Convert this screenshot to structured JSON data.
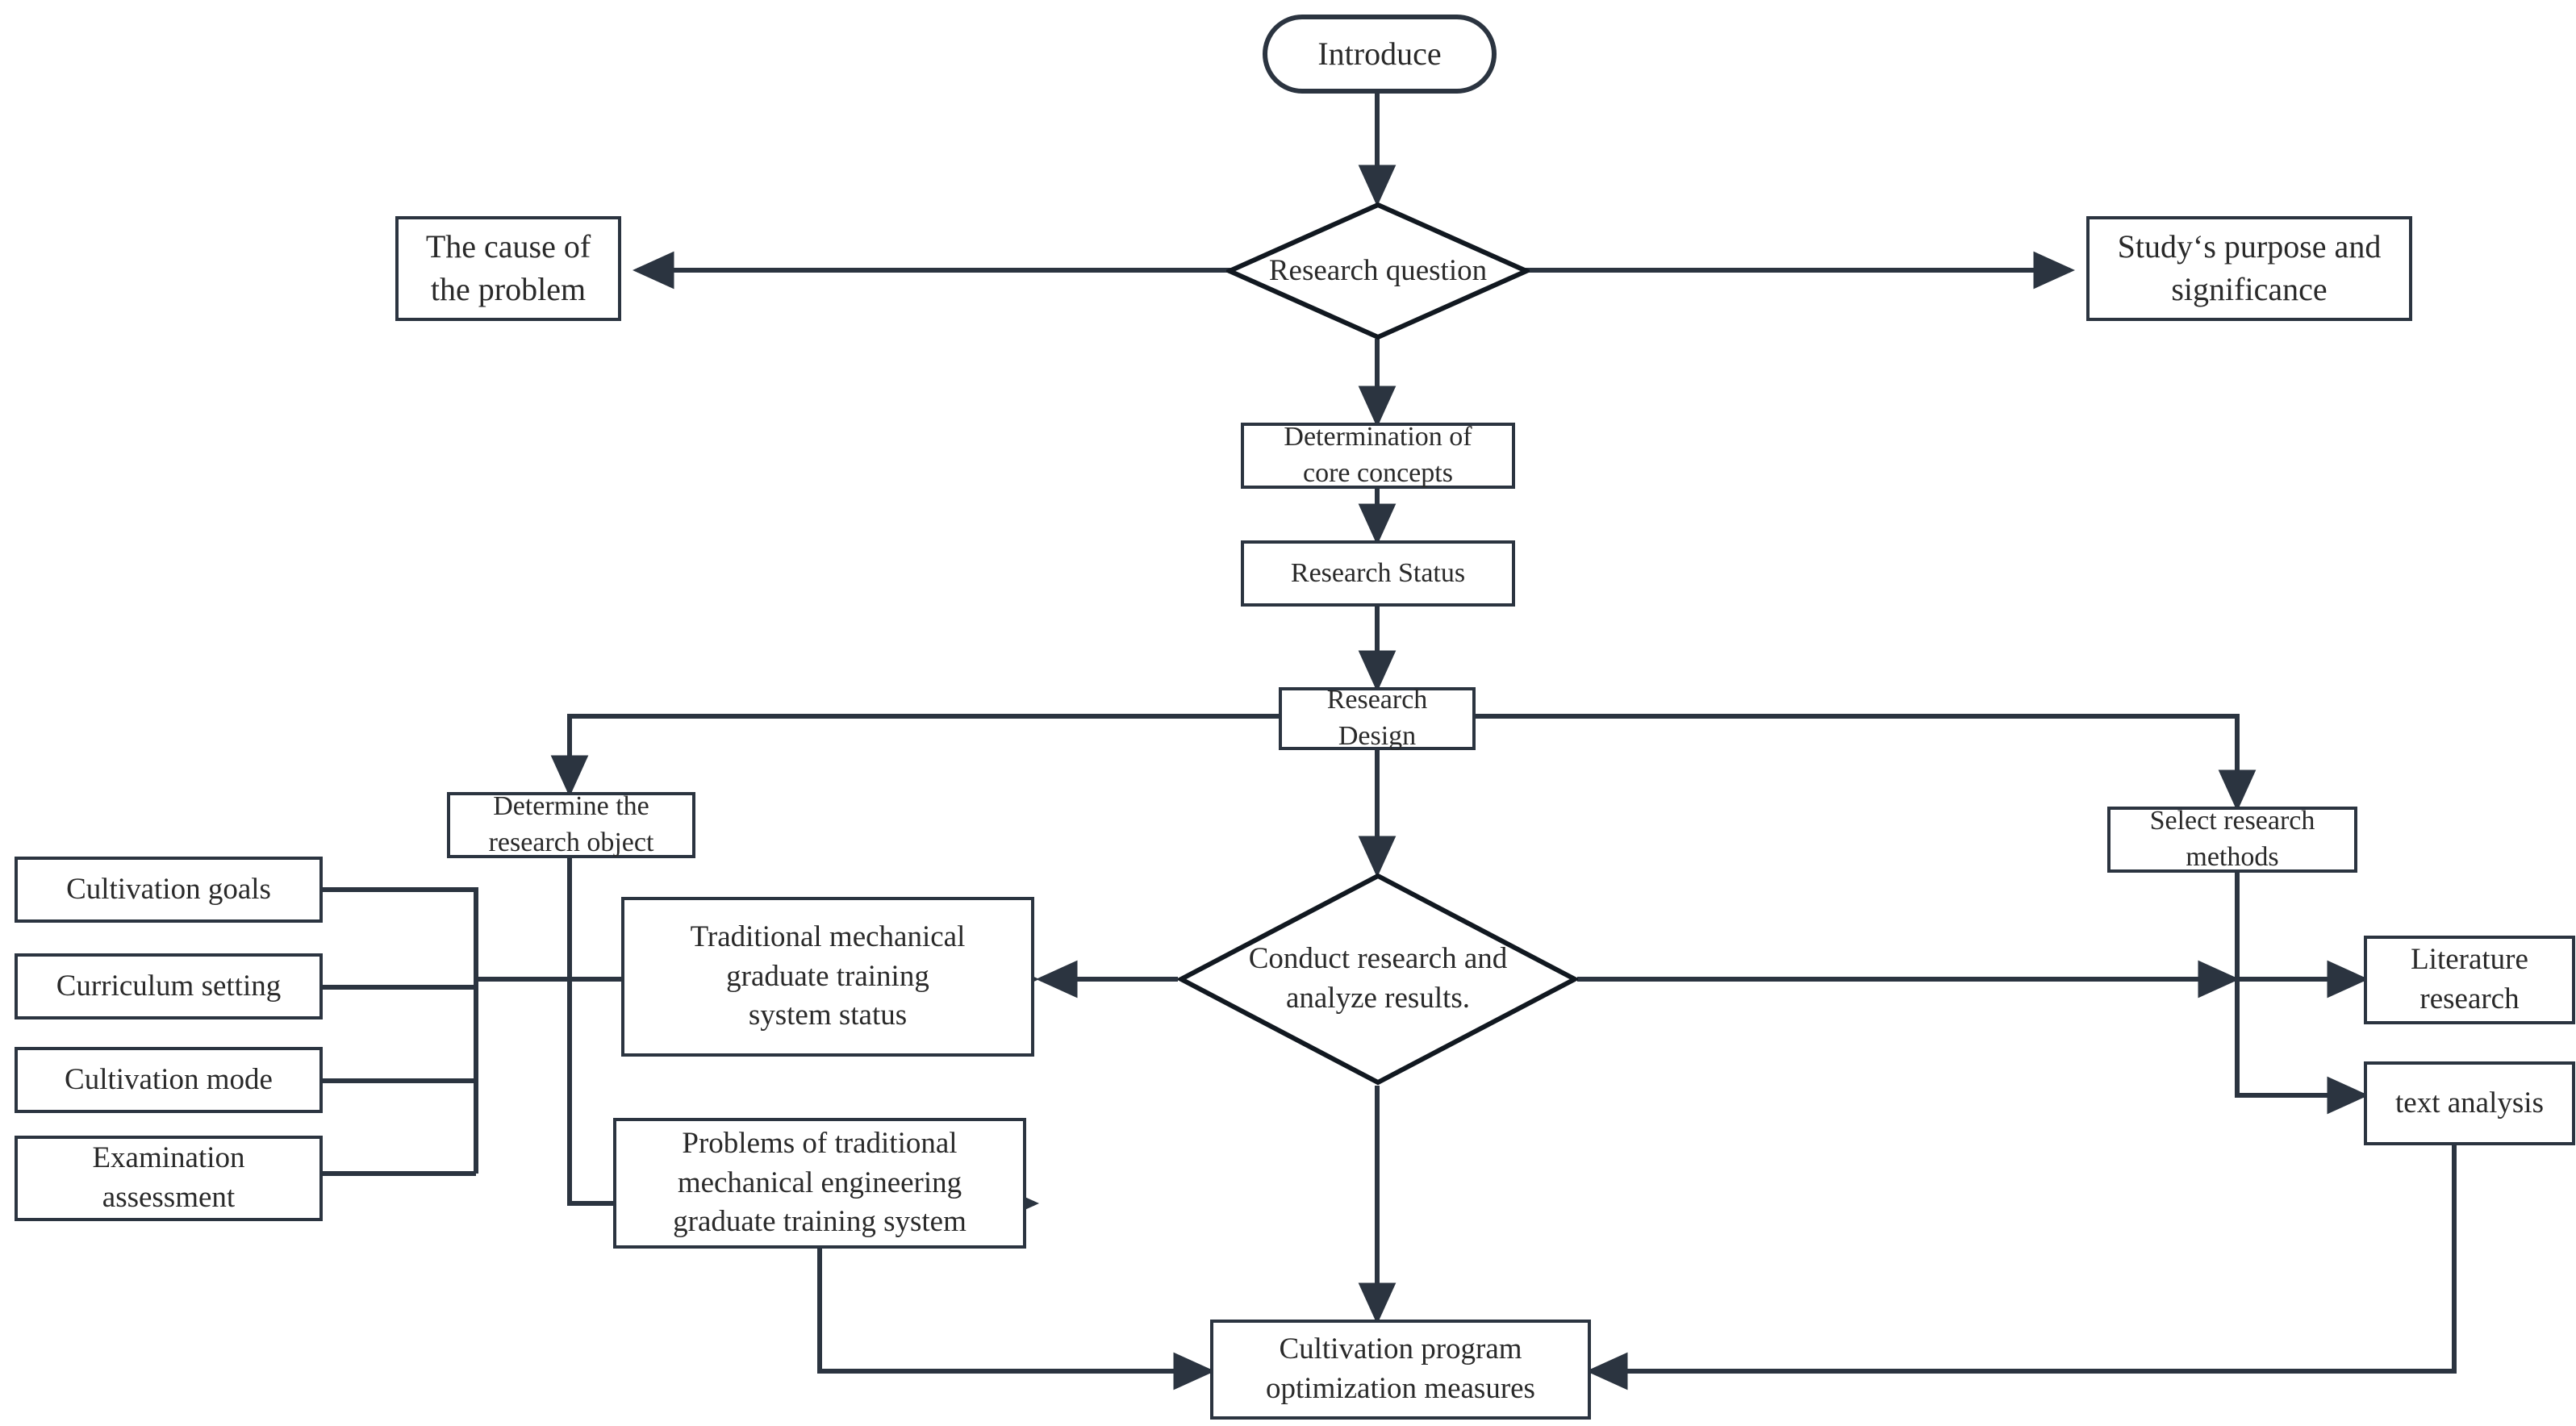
{
  "diagram": {
    "title": "Research methodology flowchart",
    "type": "flowchart",
    "background_color": "#ffffff",
    "stroke_color": "#2b3440",
    "text_color": "#2a2a2a"
  },
  "nodes": {
    "introduce": {
      "label": "Introduce",
      "shape": "stadium"
    },
    "research_question": {
      "label": "Research question",
      "shape": "diamond"
    },
    "cause_of_problem": {
      "label": "The cause of\nthe problem",
      "shape": "rect"
    },
    "study_purpose": {
      "label": "Study‘s purpose and\nsignificance",
      "shape": "rect"
    },
    "core_concepts": {
      "label": "Determination of\ncore concepts",
      "shape": "rect"
    },
    "research_status": {
      "label": "Research Status",
      "shape": "rect"
    },
    "research_design": {
      "label": "Research\nDesign",
      "shape": "rect"
    },
    "determine_object": {
      "label": "Determine the\nresearch object",
      "shape": "rect"
    },
    "select_methods": {
      "label": "Select research\nmethods",
      "shape": "rect"
    },
    "conduct_research": {
      "label": "Conduct research and\nanalyze results.",
      "shape": "diamond"
    },
    "cultivation_goals": {
      "label": "Cultivation goals",
      "shape": "rect"
    },
    "curriculum_setting": {
      "label": "Curriculum setting",
      "shape": "rect"
    },
    "cultivation_mode": {
      "label": "Cultivation mode",
      "shape": "rect"
    },
    "examination_assessment": {
      "label": "Examination\nassessment",
      "shape": "rect"
    },
    "traditional_status": {
      "label": "Traditional mechanical\ngraduate training\nsystem status",
      "shape": "rect"
    },
    "problems_traditional": {
      "label": "Problems of traditional\nmechanical engineering\ngraduate training system",
      "shape": "rect"
    },
    "literature_research": {
      "label": "Literature\nresearch",
      "shape": "rect"
    },
    "text_analysis": {
      "label": "text analysis",
      "shape": "rect"
    },
    "optimization": {
      "label": "Cultivation program\noptimization measures",
      "shape": "rect"
    }
  },
  "edges": [
    {
      "from": "introduce",
      "to": "research_question",
      "arrow": true
    },
    {
      "from": "research_question",
      "to": "cause_of_problem",
      "arrow": true
    },
    {
      "from": "research_question",
      "to": "study_purpose",
      "arrow": true
    },
    {
      "from": "research_question",
      "to": "core_concepts",
      "arrow": true
    },
    {
      "from": "core_concepts",
      "to": "research_status",
      "arrow": true
    },
    {
      "from": "research_status",
      "to": "research_design",
      "arrow": true
    },
    {
      "from": "research_design",
      "to": "determine_object",
      "arrow": true
    },
    {
      "from": "research_design",
      "to": "select_methods",
      "arrow": true
    },
    {
      "from": "research_design",
      "to": "conduct_research",
      "arrow": true
    },
    {
      "from": "determine_object",
      "to": "traditional_status",
      "arrow": true
    },
    {
      "from": "determine_object",
      "to": "problems_traditional",
      "arrow": true
    },
    {
      "from": "cultivation_goals",
      "to": "traditional_status",
      "arrow": true
    },
    {
      "from": "curriculum_setting",
      "to": "traditional_status",
      "arrow": true
    },
    {
      "from": "cultivation_mode",
      "to": "traditional_status",
      "arrow": true
    },
    {
      "from": "examination_assessment",
      "to": "traditional_status",
      "arrow": true
    },
    {
      "from": "conduct_research",
      "to": "traditional_status",
      "arrow": true
    },
    {
      "from": "conduct_research",
      "to": "literature_research",
      "arrow": true
    },
    {
      "from": "conduct_research",
      "to": "optimization",
      "arrow": true
    },
    {
      "from": "select_methods",
      "to": "literature_research",
      "arrow": true
    },
    {
      "from": "select_methods",
      "to": "text_analysis",
      "arrow": true
    },
    {
      "from": "problems_traditional",
      "to": "optimization",
      "arrow": true
    },
    {
      "from": "text_analysis",
      "to": "optimization",
      "arrow": true
    }
  ]
}
